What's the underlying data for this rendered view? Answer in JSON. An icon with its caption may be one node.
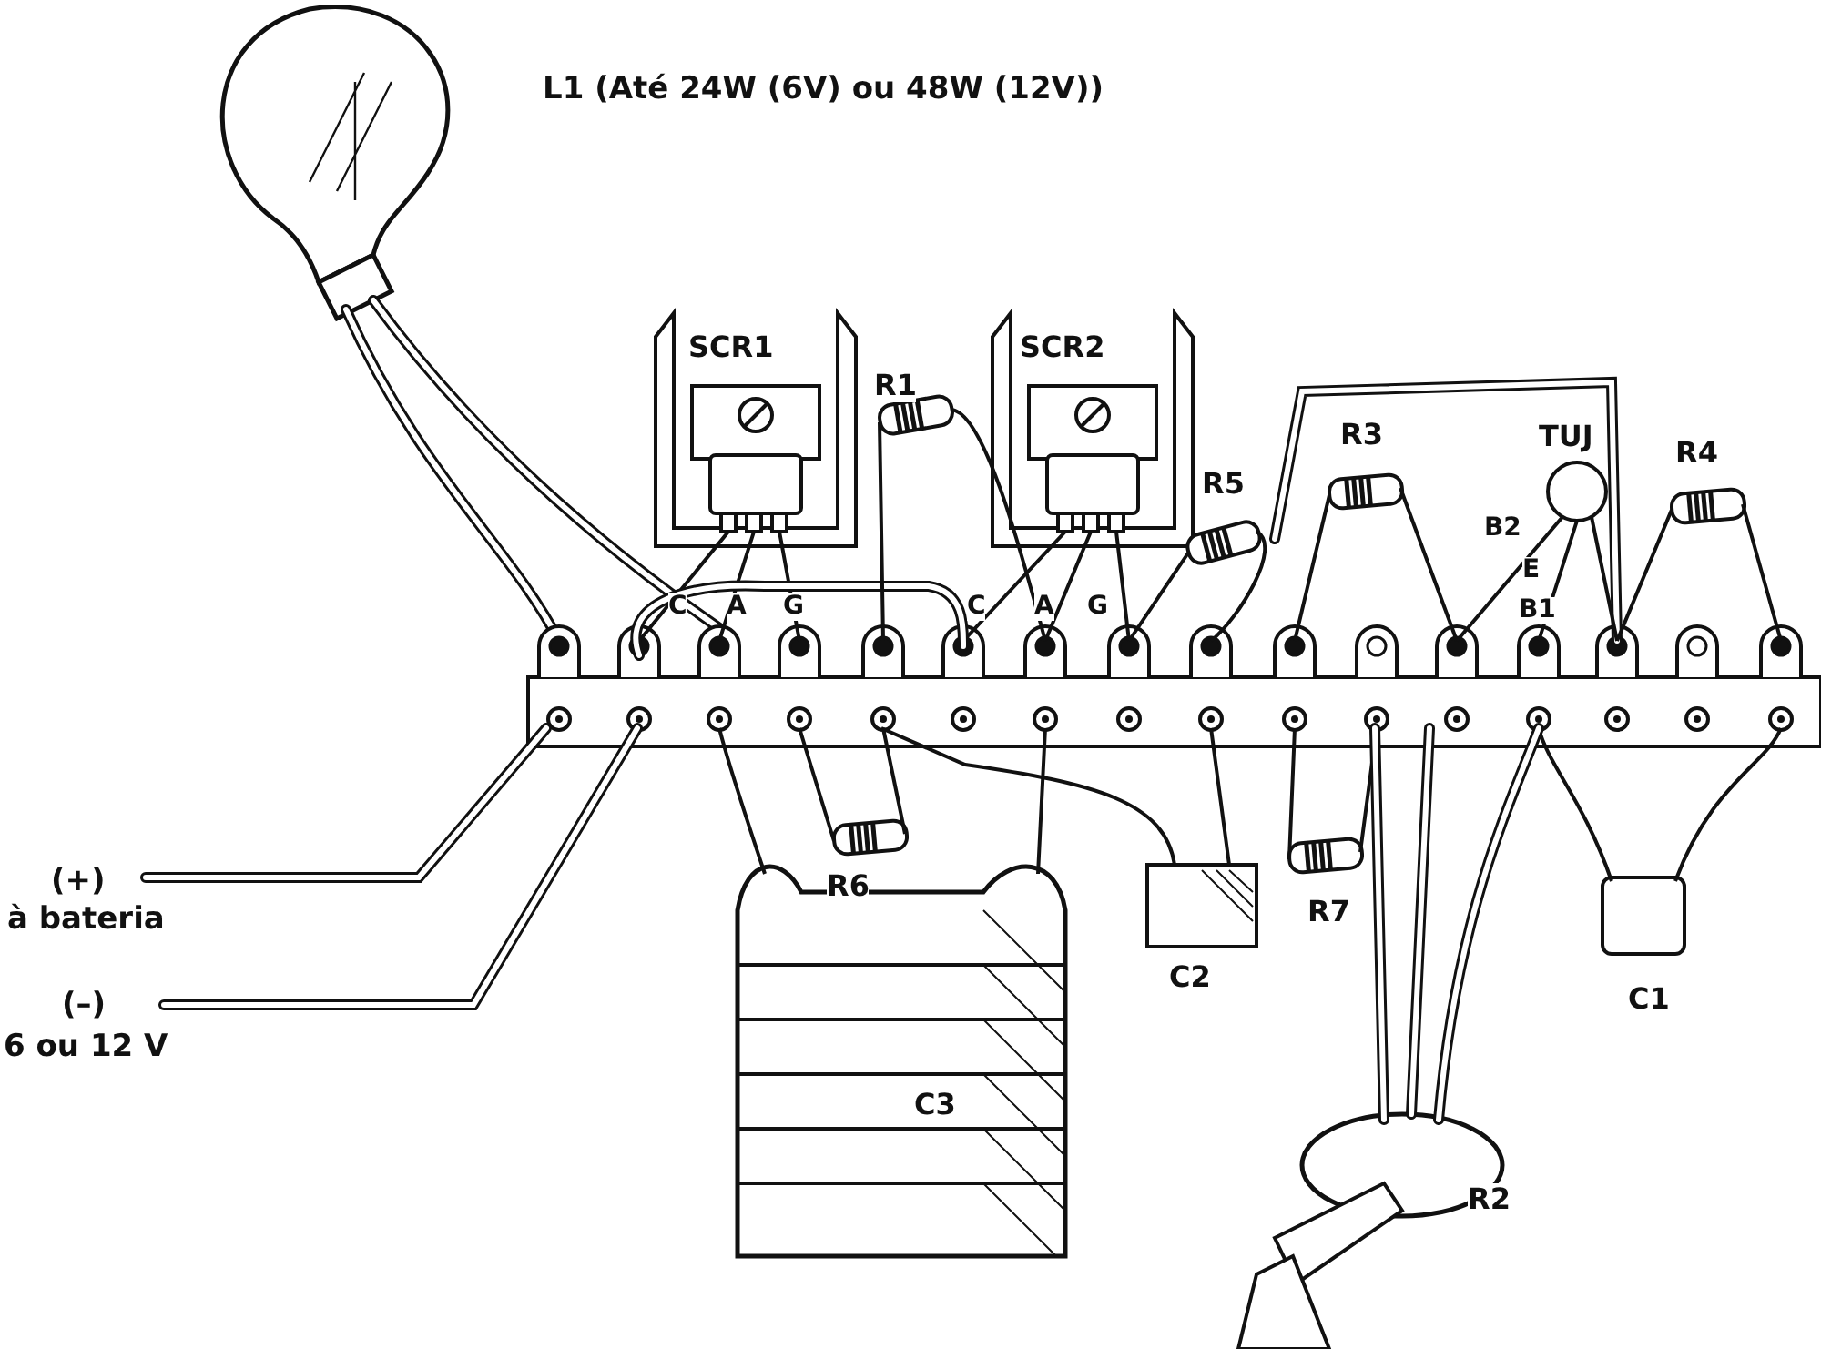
{
  "diagram": {
    "labels": [
      "L1 (Até 24W (6V) ou 48W (12V))",
      "SCR1",
      "SCR2",
      "R1",
      "R3",
      "TUJ",
      "R4",
      "R5",
      "B2",
      "E",
      "C",
      "A",
      "G",
      "C",
      "A",
      "G",
      "B1",
      "(+)",
      "R6",
      "à bateria",
      "R7",
      "C2",
      "(–)",
      "C1",
      "6 ou 12 V",
      "C3",
      "R2"
    ]
  }
}
